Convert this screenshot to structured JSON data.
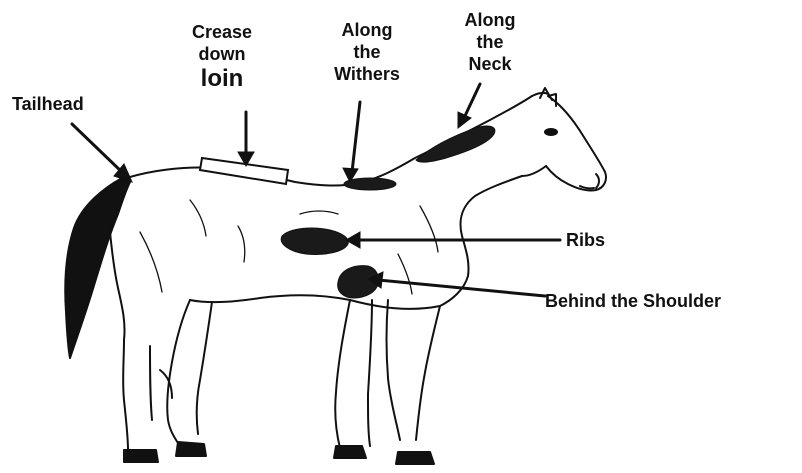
{
  "labels": {
    "tailhead": "Tailhead",
    "crease_1": "Crease",
    "crease_2": "down",
    "crease_3": "loin",
    "withers_1": "Along",
    "withers_2": "the",
    "withers_3": "Withers",
    "neck_1": "Along",
    "neck_2": "the",
    "neck_3": "Neck",
    "ribs": "Ribs",
    "shoulder": "Behind the Shoulder"
  },
  "colors": {
    "ink": "#111111",
    "background": "#ffffff",
    "fat_patch": "#1a1a1a"
  }
}
